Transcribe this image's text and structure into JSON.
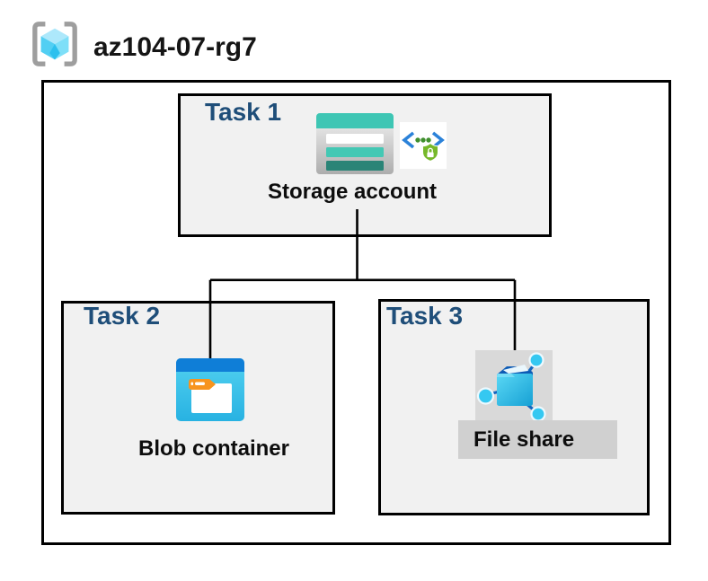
{
  "resource_group": {
    "name": "az104-07-rg7"
  },
  "tasks": {
    "task1": {
      "label": "Task 1",
      "item_label": "Storage account"
    },
    "task2": {
      "label": "Task 2",
      "item_label": "Blob container"
    },
    "task3": {
      "label": "Task 3",
      "item_label": "File share"
    }
  },
  "icons": {
    "resource_group_icon": "gray brackets enclosing cyan cube",
    "storage_account_icon": "teal striped storage card",
    "secure_endpoint_badge_icon": "blue code brackets with green dots and green security shield with lock",
    "blob_container_icon": "blue window with white folder and orange tag",
    "file_share_icon": "blue folder with connected network nodes"
  },
  "colors": {
    "task_label_blue": "#1f4e79",
    "box_fill_gray": "#f1f1f1",
    "box_border": "#000000",
    "storage_teal": "#3ec6b4",
    "storage_dark_teal": "#2a8477",
    "blob_header_blue": "#0f7ed7",
    "blob_body_blue": "#38bfe8",
    "folder_tab_orange": "#f7941e",
    "file_share_node_cyan": "#35c8f1",
    "badge_bracket_blue": "#2b82d9",
    "badge_shield_green": "#76b82a",
    "rg_bracket_gray": "#9e9e9e",
    "rg_cube_cyan": "#52cff3",
    "highlight_gray": "#d0d0d0"
  }
}
